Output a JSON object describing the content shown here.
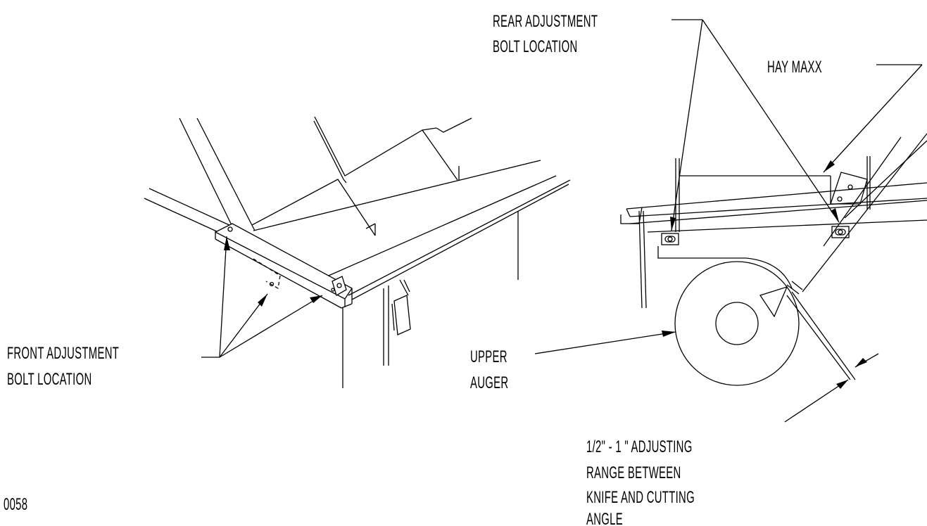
{
  "labels": {
    "rear_adjustment": [
      "REAR ADJUSTMENT",
      "BOLT LOCATION"
    ],
    "hay_maxx": "HAY MAXX",
    "front_adjustment": [
      "FRONT ADJUSTMENT",
      "BOLT LOCATION"
    ],
    "upper_auger": [
      "UPPER",
      "AUGER"
    ],
    "adjusting_range": [
      "1/2\" - 1 \" ADJUSTING",
      "RANGE BETWEEN",
      "KNIFE AND CUTTING",
      "ANGLE"
    ],
    "figure_number": "0058"
  },
  "colors": {
    "line": "#000000",
    "background": "#ffffff"
  }
}
